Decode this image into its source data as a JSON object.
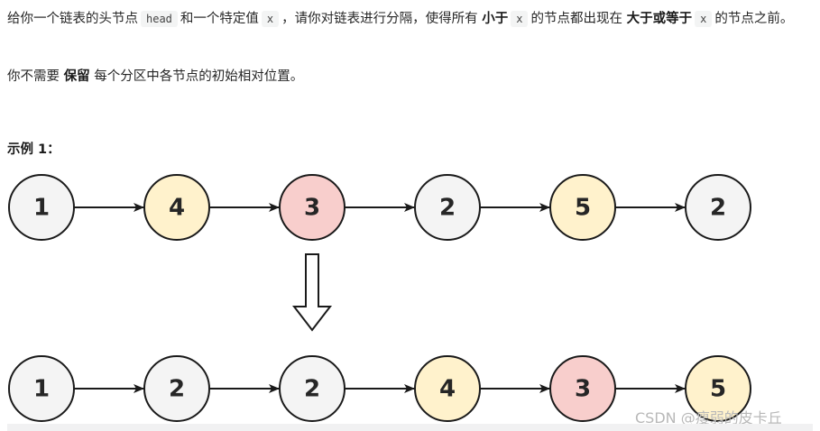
{
  "description": {
    "p1_part1": "给你一个链表的头节点",
    "head_code": "head",
    "p1_part2": "和一个特定值",
    "x_code": "x",
    "p1_part3": "，请你对链表进行分隔，使得所有",
    "less_than": "小于",
    "p1_part4": "的节点都出现在",
    "greater_equal": "大于或等于",
    "p1_part5": "的节点之前。",
    "p2_part1": "你不需要",
    "preserve": "保留",
    "p2_part2": "每个分区中各节点的初始相对位置。"
  },
  "example": {
    "title": "示例 1：",
    "input_list": [
      {
        "value": "1",
        "color": "#f4f4f4"
      },
      {
        "value": "4",
        "color": "#fff2cc"
      },
      {
        "value": "3",
        "color": "#f8cecc"
      },
      {
        "value": "2",
        "color": "#f4f4f4"
      },
      {
        "value": "5",
        "color": "#fff2cc"
      },
      {
        "value": "2",
        "color": "#f4f4f4"
      }
    ],
    "output_list": [
      {
        "value": "1",
        "color": "#f4f4f4"
      },
      {
        "value": "2",
        "color": "#f4f4f4"
      },
      {
        "value": "2",
        "color": "#f4f4f4"
      },
      {
        "value": "4",
        "color": "#fff2cc"
      },
      {
        "value": "3",
        "color": "#f8cecc"
      },
      {
        "value": "5",
        "color": "#fff2cc"
      }
    ]
  },
  "watermark": "CSDN @瘦弱的皮卡丘"
}
